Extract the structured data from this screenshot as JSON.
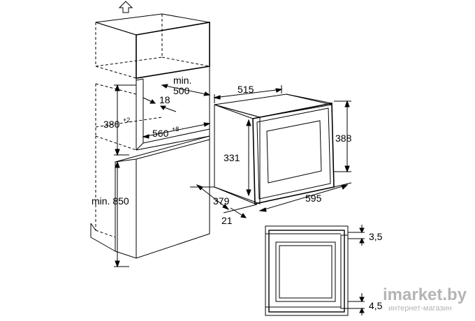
{
  "dimensions": {
    "min_500_a": "min.",
    "min_500_b": "500",
    "d18": "18",
    "d380": "380",
    "d380_tol": "+2",
    "d560": "560",
    "d560_tol": "+8",
    "min_850": "min. 850",
    "d515": "515",
    "d388": "388",
    "d331": "331",
    "d379": "379",
    "d595": "595",
    "d21": "21",
    "d3_5": "3,5",
    "d4_5": "4,5"
  },
  "watermark": {
    "brand": "imarket.by",
    "tagline": "интернет-магазин"
  },
  "icons": {
    "top": "up-arrow-icon"
  }
}
